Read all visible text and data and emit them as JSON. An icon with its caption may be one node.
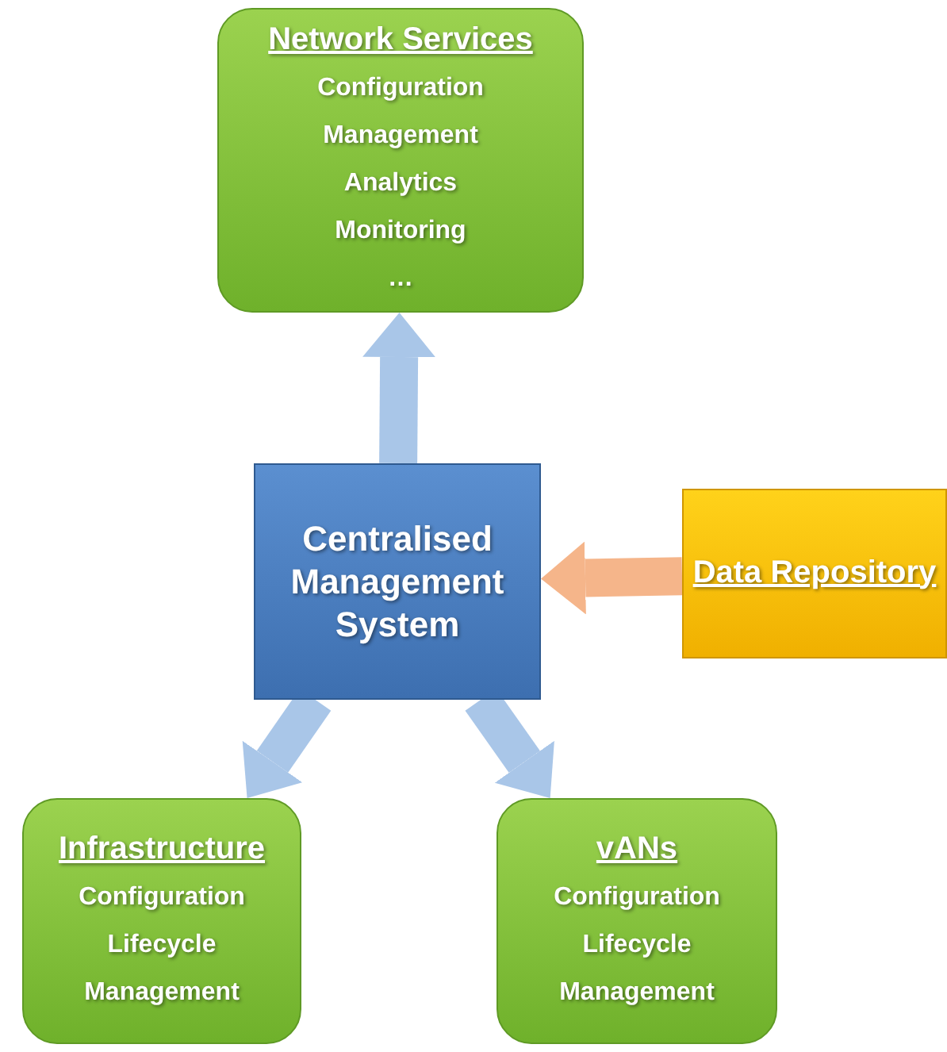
{
  "diagram": {
    "nodes": [
      {
        "text": [
          "Network Services",
          "Configuration",
          "Management",
          "Analytics",
          "Monitoring",
          "…"
        ]
      },
      {
        "text": [
          "Centralised Management System"
        ]
      },
      {
        "text": [
          "Data Repository"
        ]
      },
      {
        "text": [
          "Infrastructure",
          "Configuration",
          "Lifecycle",
          "Management"
        ]
      },
      {
        "text": [
          "vANs",
          "Configuration",
          "Lifecycle",
          "Management"
        ]
      }
    ],
    "edges": [
      {
        "from": 1,
        "to": 0,
        "arrow": "to"
      },
      {
        "from": 2,
        "to": 1,
        "arrow": "to",
        "color": "#f5b58a"
      },
      {
        "from": 1,
        "to": 3,
        "arrow": "to"
      },
      {
        "from": 1,
        "to": 4,
        "arrow": "to"
      }
    ]
  }
}
